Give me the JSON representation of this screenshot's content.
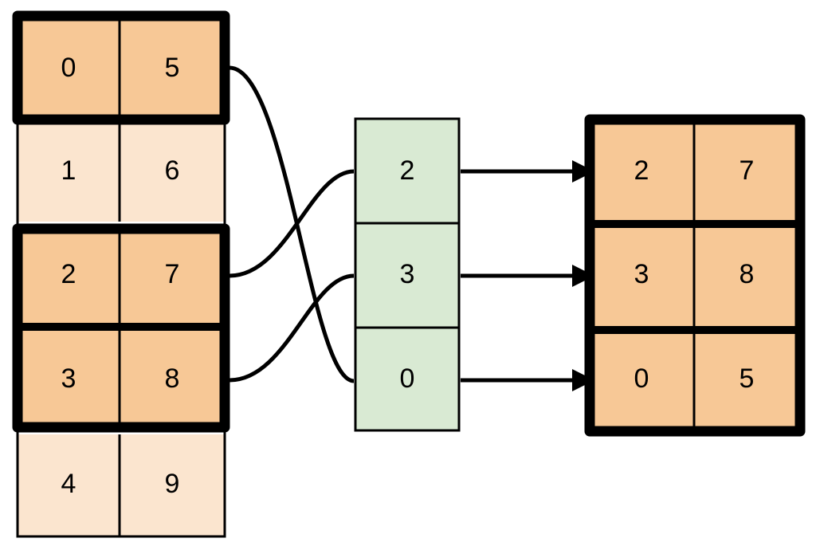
{
  "diagram": {
    "title": "gather-rows-diagram",
    "colors": {
      "highlight_orange": "#F7C896",
      "pale_orange": "#FBE5CF",
      "pale_green": "#D9EAD3",
      "stroke": "#000000",
      "background": "#FFFFFF"
    },
    "source_table": {
      "name": "source-table",
      "columns": 2,
      "rows": [
        {
          "cells": [
            "0",
            "5"
          ],
          "highlighted": true
        },
        {
          "cells": [
            "1",
            "6"
          ],
          "highlighted": false
        },
        {
          "cells": [
            "2",
            "7"
          ],
          "highlighted": true
        },
        {
          "cells": [
            "3",
            "8"
          ],
          "highlighted": true
        },
        {
          "cells": [
            "4",
            "9"
          ],
          "highlighted": false
        }
      ]
    },
    "index_column": {
      "name": "index-column",
      "cells": [
        "2",
        "3",
        "0"
      ]
    },
    "result_table": {
      "name": "result-table",
      "columns": 2,
      "rows": [
        {
          "cells": [
            "2",
            "7"
          ]
        },
        {
          "cells": [
            "3",
            "8"
          ]
        },
        {
          "cells": [
            "0",
            "5"
          ]
        }
      ]
    },
    "connections": [
      {
        "from_row_label": "0",
        "to_index_label": "0"
      },
      {
        "from_row_label": "2",
        "to_index_label": "2"
      },
      {
        "from_row_label": "3",
        "to_index_label": "3"
      }
    ],
    "arrows": [
      {
        "from_index_label": "2",
        "to_result_row": "2,7"
      },
      {
        "from_index_label": "3",
        "to_result_row": "3,8"
      },
      {
        "from_index_label": "0",
        "to_result_row": "0,5"
      }
    ]
  }
}
